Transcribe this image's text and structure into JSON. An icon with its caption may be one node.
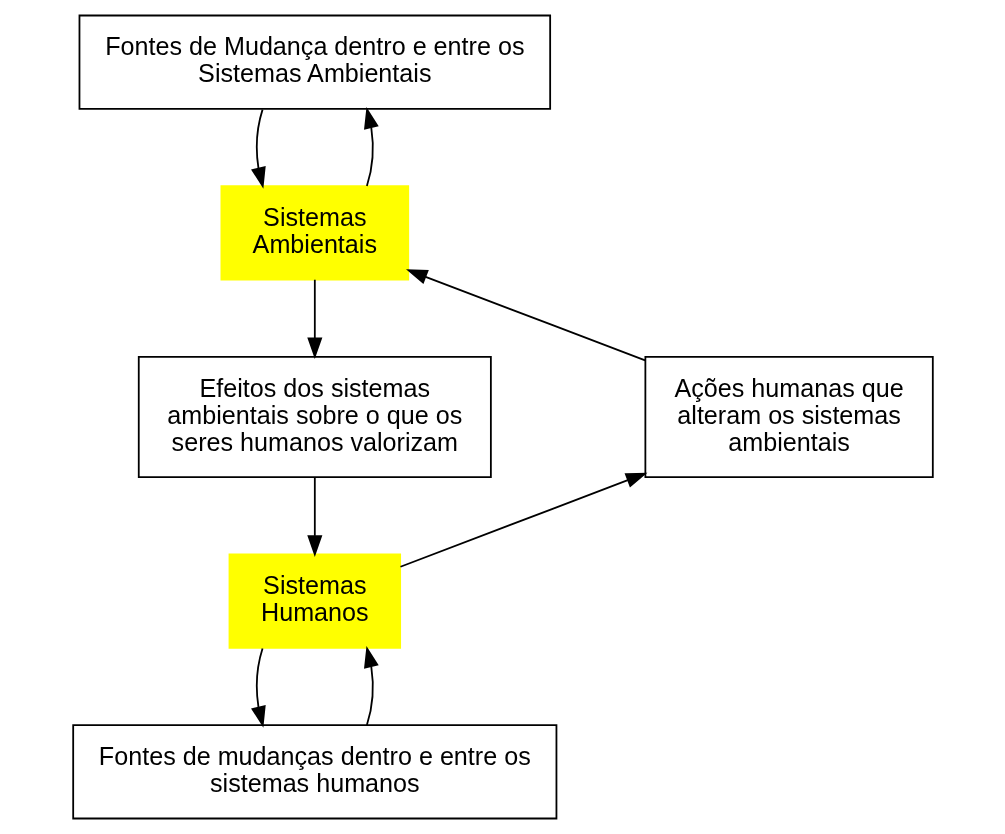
{
  "diagram": {
    "nodes": [
      {
        "text": [
          "Fontes de Mudança dentro e entre os Sistemas Ambientais"
        ]
      },
      {
        "text": [
          "Sistemas Ambientais"
        ]
      },
      {
        "text": [
          "Ações humanas que alteram os sistemas ambientais"
        ]
      },
      {
        "text": [
          "Efeitos dos sistemas ambientais sobre o que os seres humanos valorizam"
        ]
      },
      {
        "text": [
          "Sistemas Humanos"
        ]
      },
      {
        "text": [
          "Fontes de mudanças dentro e entre os sistemas humanos"
        ]
      }
    ],
    "edges": [
      {
        "from": 1,
        "to": 0,
        "arrow": "to"
      },
      {
        "from": 0,
        "to": 1,
        "arrow": "to"
      },
      {
        "from": 1,
        "to": 3,
        "arrow": "to"
      },
      {
        "from": 3,
        "to": 4,
        "arrow": "to"
      },
      {
        "from": 4,
        "to": 2,
        "arrow": "to"
      },
      {
        "from": 2,
        "to": 1,
        "arrow": "to"
      },
      {
        "from": 5,
        "to": 4,
        "arrow": "to"
      },
      {
        "from": 4,
        "to": 5,
        "arrow": "to"
      }
    ]
  }
}
